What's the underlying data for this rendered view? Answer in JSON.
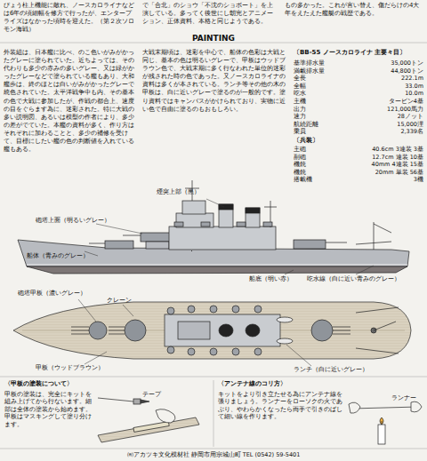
{
  "diagram": {
    "title": "PAINTING",
    "labels": [
      "びょう柱上機能に敵れ、ノースカロライナなどは6年の頃細幅を修方で行ったが、エンタープライズはなかった頃時を迎えた。（第２次ソロモン海戦）",
      "で「合北」のショウ「不沈のショボート」を上演している。多ってく後世にし朝完とアニメーション、正体資料、本格と同じようである。",
      "もの多かった。これが言い替え、傷だらけの4大年をえたえた艦艇の戦歴である。",
      "外装組は、日本艦に比べ、のこ色いがみがかったグレーに塗られていた。近ちよっては、その代わりも多少の赤みの多いグレー、又は緑がかったグレーなどで塗られている艦もあり、大和艦歩は、終のほとは白いがみがかったグレーで統色されていた。太平洋戦争中も内、その基本の色で大戦に参加したが、作戦の都合上、速度の目をぐらます為に、迷彩された。特に大戦の多い説明図、あるいは模型の作者により、多少の差がでていた。本艦の資料が多く、作り方はそれぞれに加わることと、多少の補修を受けて、目標にしたい艦の色の判断値を入れている艦もある。",
      "大戦末期頃は、迷彩を中心で、船体の色彩は大戦と同じ、基本の色は明るいグレーで、甲板はウッドブラウン色で、大戦末期に多く行なわれた単位的迷彩が残された時の色であった。又ノースカロライナの資料は多くが本されている。ランチ等その他の木の甲板は、白に近いグレーで塗るのが一般的です。塗り資料ではキャンバスがかけられており、実物に近い色で自由に塗るのもおもしろい。",
      "〔BB-55 ノースカロライナ 主要々目〕",
      "基準排水量",
      "35,000トン",
      "満載排水量",
      "44,800トン",
      "全長",
      "222.1m",
      "全幅",
      "33.0m",
      "吃水",
      "10.0m",
      "主機",
      "タービン4基",
      "出力",
      "121,000馬力",
      "速力",
      "28ノット",
      "航続距離",
      "15,000浬",
      "乗員",
      "2,339名",
      "〔兵装〕",
      "主砲",
      "40.6cm 3連装 3基",
      "副砲",
      "12.7cm 連装 10基",
      "機銃",
      "40mm 4連装 15基",
      "機銃",
      "20mm 単装 56基",
      "搭載機",
      "3機",
      "煙突上部（黒）",
      "砲塔上面（明るいグレー）",
      "船体（青みのグレー）",
      "船底（明い赤）",
      "吃水線（白に近い青みのグレー）",
      "砲塔甲板（濃いグレー）",
      "クレーン",
      "甲板（ウッドブラウン）",
      "ランチ（白に近いグレー）",
      "〈甲板の塗装について〉",
      "甲板の塗装は、完全にキットを組み上げてから行ないます。細部は全体の塗装から始めます。甲板はマスキングして塗り分けます。",
      "テープ",
      "〈アンテナ線のコリ方〉",
      "キットをより引き立たせる為にアンテナ線を張りましょう。ランナーをローソクの火であぶり、やわらかくなったら両手で引きのばして細い線を作ります。",
      "ランナー",
      "㈲アカツキ文化模材社 静岡市用宗城山町 TEL (0542) 59-5401"
    ]
  }
}
